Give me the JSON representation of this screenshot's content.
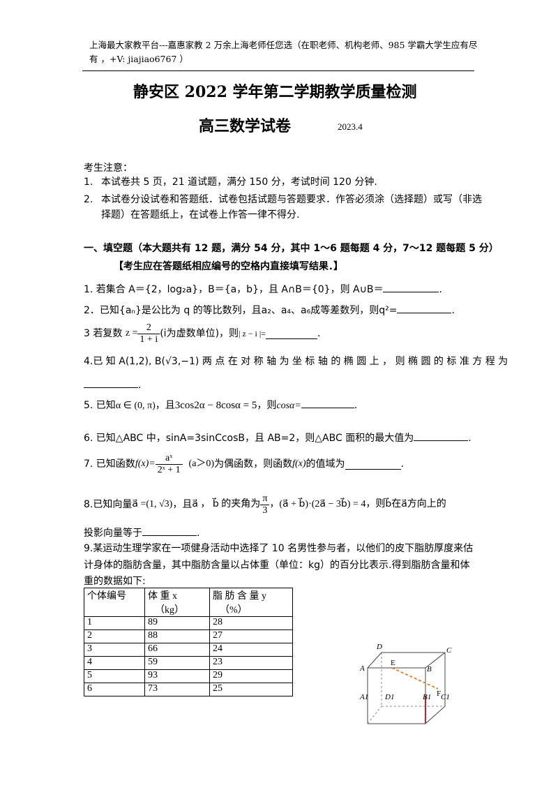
{
  "header": {
    "line1": "上海最大家教平台---嘉惠家教   2 万余上海老师任您选（在职老师、机构老师、985 学霸大学生应有尽",
    "line2": "有 ，+V: jiajiao6767 ）"
  },
  "title": "静安区 2022 学年第二学期教学质量检测",
  "subtitle": "高三数学试卷",
  "date": "2023.4",
  "notice": {
    "heading": "考生注意：",
    "item1_num": "1.",
    "item1": "本试卷共 5 页，21 道试题，满分 150 分，考试时间 120 分钟.",
    "item2_num": "2.",
    "item2_line1": "本试卷分设试卷和答题纸．试卷包括试题与答题要求．作答必须涂（选择题）或写（非选",
    "item2_line2": "择题）在答题纸上，在试卷上作答一律不得分."
  },
  "section1": {
    "heading": "一、填空题（本大题共有 12 题，满分 54 分，其中 1～6 题每题 4 分，7～12 题每题 5 分）",
    "instruction": "【考生应在答题纸相应编号的空格内直接填写结果．】"
  },
  "q1": {
    "text": "1. 若集合 A＝{2，log₂a}，B＝{a，b}，且 A∩B＝{0}，则 A∪B＝",
    "end": "."
  },
  "q2": {
    "text": "2．已知{aₙ}是公比为 q 的等比数列，且a₂、a₄、a₆成等差数列，则q²=",
    "end": "."
  },
  "q3": {
    "pre": "3  若复数",
    "z": "z =",
    "num": "2",
    "den": "1 + i",
    "mid": "(i为虚数单位)，则",
    "abs": "| z − i |=",
    "end": "."
  },
  "q4": {
    "line1": "4.已 知  A(1,2), B(√3,−1) 两 点 在 对 称 轴 为 坐 标 轴 的 椭 圆 上 ， 则 椭 圆 的 标 准 方 程 为",
    "end": "."
  },
  "q5": {
    "pre": "5. 已知",
    "cond": "α ∈ (0, π)",
    "mid": "，且",
    "eq": "3cos2α − 8cosα = 5",
    "post": "，则",
    "ask": "cosα=",
    "end": "."
  },
  "q6": {
    "text": "6.  已知△ABC 中，sinA=3sinCcosB，且 AB=2，则△ABC 面积的最大值为",
    "end": "."
  },
  "q7": {
    "pre": "7. 已知函数",
    "fx": "f(x)=",
    "num": "aˣ",
    "den": "2ˣ + 1",
    "cond": "(a＞0)",
    "mid": "为偶函数，则函数",
    "fx2": "f(x)",
    "post": "的值域为",
    "end": "."
  },
  "q8": {
    "pre": "8.已知向量",
    "veca": "a⃗ =(1, √3)",
    "mid1": "，且",
    "ab": "a⃗ ，  b⃗ 的夹角为",
    "angle_num": "π",
    "angle_den": "3",
    "eq": "，(a⃗ + b⃗)·(2a⃗ − 3b⃗) = 4，则b⃗在a⃗方向上的",
    "line2": "投影向量等于",
    "end": "."
  },
  "q9": {
    "line1": "9.某运动生理学家在一项健身活动中选择了 10 名男性参与者，以他们的皮下脂肪厚度来估",
    "line2": "计身体的脂肪含量，其中脂肪含量以占体重（单位：kg）的百分比表示.得到脂肪含量和体",
    "line3": "重的数据如下:"
  },
  "table": {
    "headers": [
      "个体编号",
      "体    重    x",
      "脂 肪 含 量  y"
    ],
    "subheaders": [
      "",
      "（kg）",
      "（%）"
    ],
    "rows": [
      [
        "1",
        "89",
        "28"
      ],
      [
        "2",
        "88",
        "27"
      ],
      [
        "3",
        "66",
        "24"
      ],
      [
        "4",
        "59",
        "23"
      ],
      [
        "5",
        "93",
        "29"
      ],
      [
        "6",
        "73",
        "25"
      ]
    ]
  },
  "cube": {
    "labels": {
      "D": "D",
      "C": "C",
      "A": "A",
      "E": "E",
      "B": "B",
      "F": "F",
      "A1": "A1",
      "D1": "D1",
      "B1": "B1",
      "C1": "C1"
    },
    "dashed_color": "#e87722",
    "edge_color": "#d62020"
  }
}
